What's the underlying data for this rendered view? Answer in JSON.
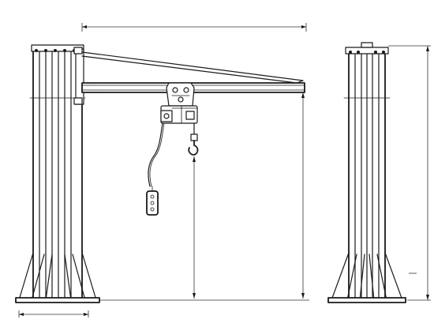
{
  "drawing": {
    "type": "jib-crane-technical-drawing",
    "views": [
      "front-elevation",
      "side-elevation"
    ],
    "colors": {
      "line": "#1a1a1a",
      "background": "#ffffff"
    },
    "text_labels": []
  }
}
